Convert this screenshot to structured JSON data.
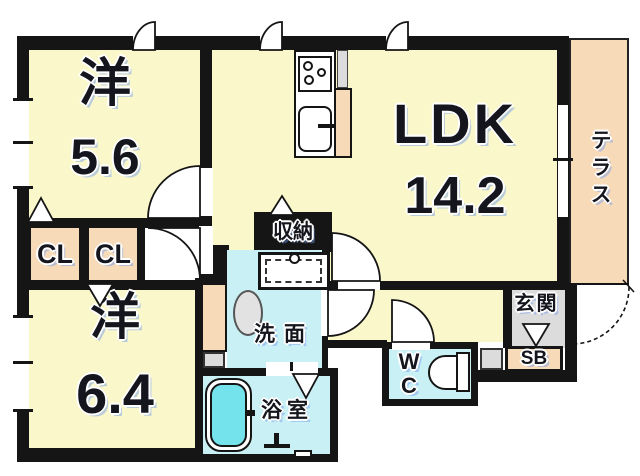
{
  "title": "apartment-floor-plan",
  "colors": {
    "room_yellow": "#FAF7CB",
    "peach": "#F7DBB9",
    "cyan_room": "#C9F0F4",
    "cyan_water": "#74E3EC",
    "gray": "#DCDCDC",
    "wall": "#151515"
  },
  "rooms": {
    "west56": {
      "kanji": "洋",
      "area": "5.6"
    },
    "west64": {
      "kanji": "洋",
      "area": "6.4"
    },
    "ldk": {
      "label": "LDK",
      "area": "14.2"
    },
    "terrace": {
      "label": "テラス"
    },
    "cl1": {
      "label": "CL"
    },
    "cl2": {
      "label": "CL"
    },
    "storage": {
      "label": "収納"
    },
    "washroom": {
      "label": "洗面"
    },
    "bathroom": {
      "label": "浴室"
    },
    "wc": {
      "line1": "W",
      "line2": "C"
    },
    "entrance": {
      "label": "玄関"
    },
    "shoebox": {
      "label": "SB"
    }
  }
}
